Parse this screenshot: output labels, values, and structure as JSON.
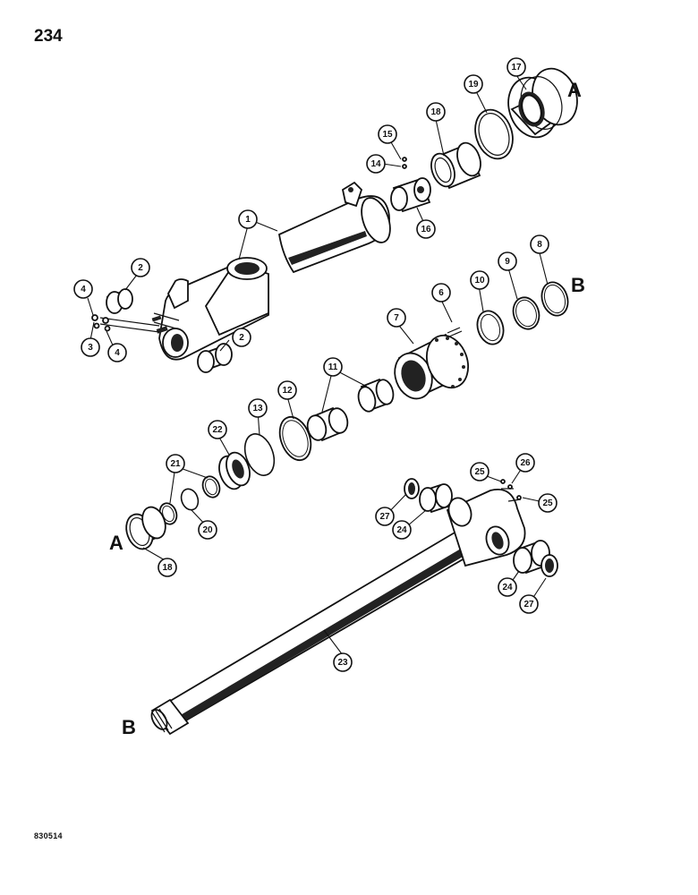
{
  "page": {
    "number": "234",
    "doc_code": "830514"
  },
  "ref_letters": {
    "a_top": "A",
    "b_top": "B",
    "a_left": "A",
    "b_left": "B"
  },
  "callouts": [
    "1",
    "2",
    "2",
    "3",
    "4",
    "4",
    "6",
    "7",
    "8",
    "9",
    "10",
    "11",
    "12",
    "13",
    "14",
    "15",
    "16",
    "17",
    "18",
    "18",
    "19",
    "20",
    "21",
    "22",
    "23",
    "24",
    "24",
    "25",
    "25",
    "26",
    "27",
    "27"
  ]
}
